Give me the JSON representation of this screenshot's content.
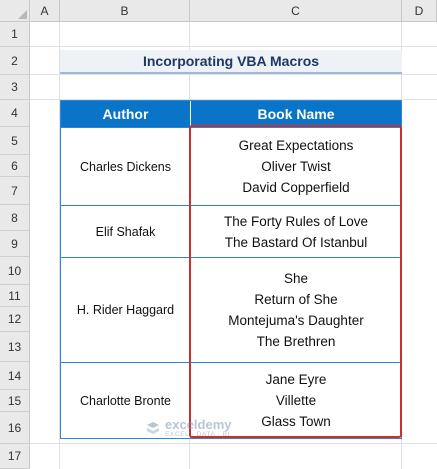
{
  "columns": [
    "A",
    "B",
    "C",
    "D"
  ],
  "rows": [
    "1",
    "2",
    "3",
    "4",
    "5",
    "6",
    "7",
    "8",
    "9",
    "10",
    "11",
    "12",
    "13",
    "14",
    "15",
    "16",
    "17"
  ],
  "title": "Incorporating VBA Macros",
  "table": {
    "headers": {
      "author": "Author",
      "book": "Book Name"
    },
    "entries": [
      {
        "author": "Charles Dickens",
        "books": [
          "Great Expectations",
          "Oliver Twist",
          "David Copperfield"
        ]
      },
      {
        "author": "Elif Shafak",
        "books": [
          "The Forty Rules of Love",
          "The Bastard Of Istanbul"
        ]
      },
      {
        "author": "H. Rider Haggard",
        "books": [
          "She",
          "Return of She",
          "Montejuma's Daughter",
          "The Brethren"
        ]
      },
      {
        "author": "Charlotte Bronte",
        "books": [
          "Jane Eyre",
          "Villette",
          "Glass Town"
        ]
      }
    ]
  },
  "watermark": {
    "name": "exceldemy",
    "tagline": "EXCEL · DATA · BI"
  },
  "colors": {
    "header_bg": "#0a74c9",
    "table_border": "#2e86d4",
    "selection": "#c9302c",
    "title_text": "#1f3864"
  }
}
